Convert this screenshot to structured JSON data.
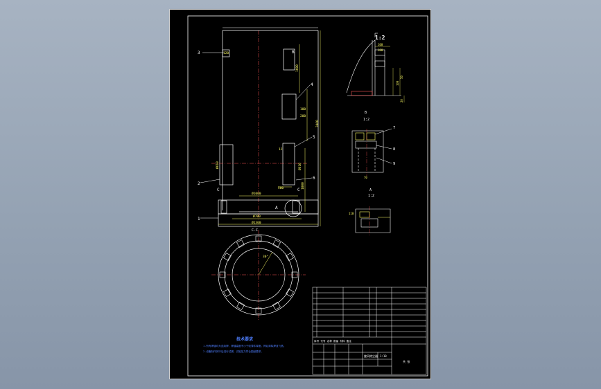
{
  "colors": {
    "background": "#96a4b5",
    "paper": "#000000",
    "frame": "#ffffff",
    "dimension": "#ffff66",
    "leader": "#ffffff",
    "centerline": "#ff5555",
    "notes": "#4f7fff",
    "table": "#ffffff"
  },
  "callouts": [
    "1",
    "2",
    "3",
    "4",
    "5",
    "6",
    "7",
    "8",
    "9"
  ],
  "dims": {
    "d_outer": "Ø1300",
    "d_mid": "Ø1000",
    "d_inner": "Ø700",
    "d_shell": "Ø610",
    "h_total": "3460",
    "h_upper": "1600",
    "h_lower": "1000",
    "w_200": "200",
    "w_100": "100",
    "w_500": "500",
    "angle": "30°",
    "v120": "120",
    "v12": "12",
    "detail_dims": [
      "100",
      "100",
      "20",
      "100",
      "50",
      "100",
      "70",
      "110"
    ]
  },
  "views": {
    "section_cc": "C-C",
    "scale_main": "1:2",
    "detail_b": "B",
    "scale_b": "1:2",
    "detail_a": "A",
    "scale_a": "1:2",
    "letter_a": "A",
    "letter_b": "B",
    "letter_c": "C"
  },
  "notes": {
    "title": "技术要求",
    "line1": "1.所有焊缝均为连续焊，焊缝高度不小于较薄件厚度，焊后清除焊渣飞溅。",
    "line2": "2.设备制作完毕后进行试漏，试验压力符合图纸要求。"
  },
  "title_block": {
    "parts_header": "序号 代号 名称 数量 材料 备注",
    "drawing_name": "旋风除尘器",
    "scale": "1:10",
    "sheet": "共 张"
  }
}
